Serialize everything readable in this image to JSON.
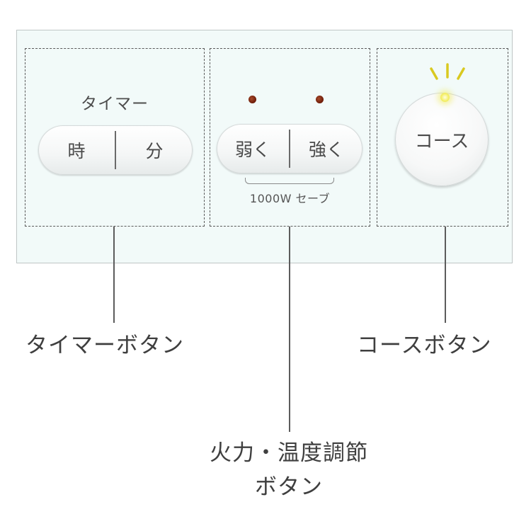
{
  "timer": {
    "title": "タイマー",
    "hour_label": "時",
    "minute_label": "分"
  },
  "heat": {
    "weak_label": "弱く",
    "strong_label": "強く",
    "save_label": "1000W セーブ"
  },
  "course": {
    "button_label": "コース"
  },
  "callouts": {
    "timer_button": "タイマーボタン",
    "course_button": "コースボタン",
    "heat_line1": "火力・温度調節",
    "heat_line2": "ボタン"
  },
  "colors": {
    "panel_background": "#f2faf9",
    "indicator_led_off": "#6b1a08",
    "course_led_on": "#f4ef6a"
  }
}
